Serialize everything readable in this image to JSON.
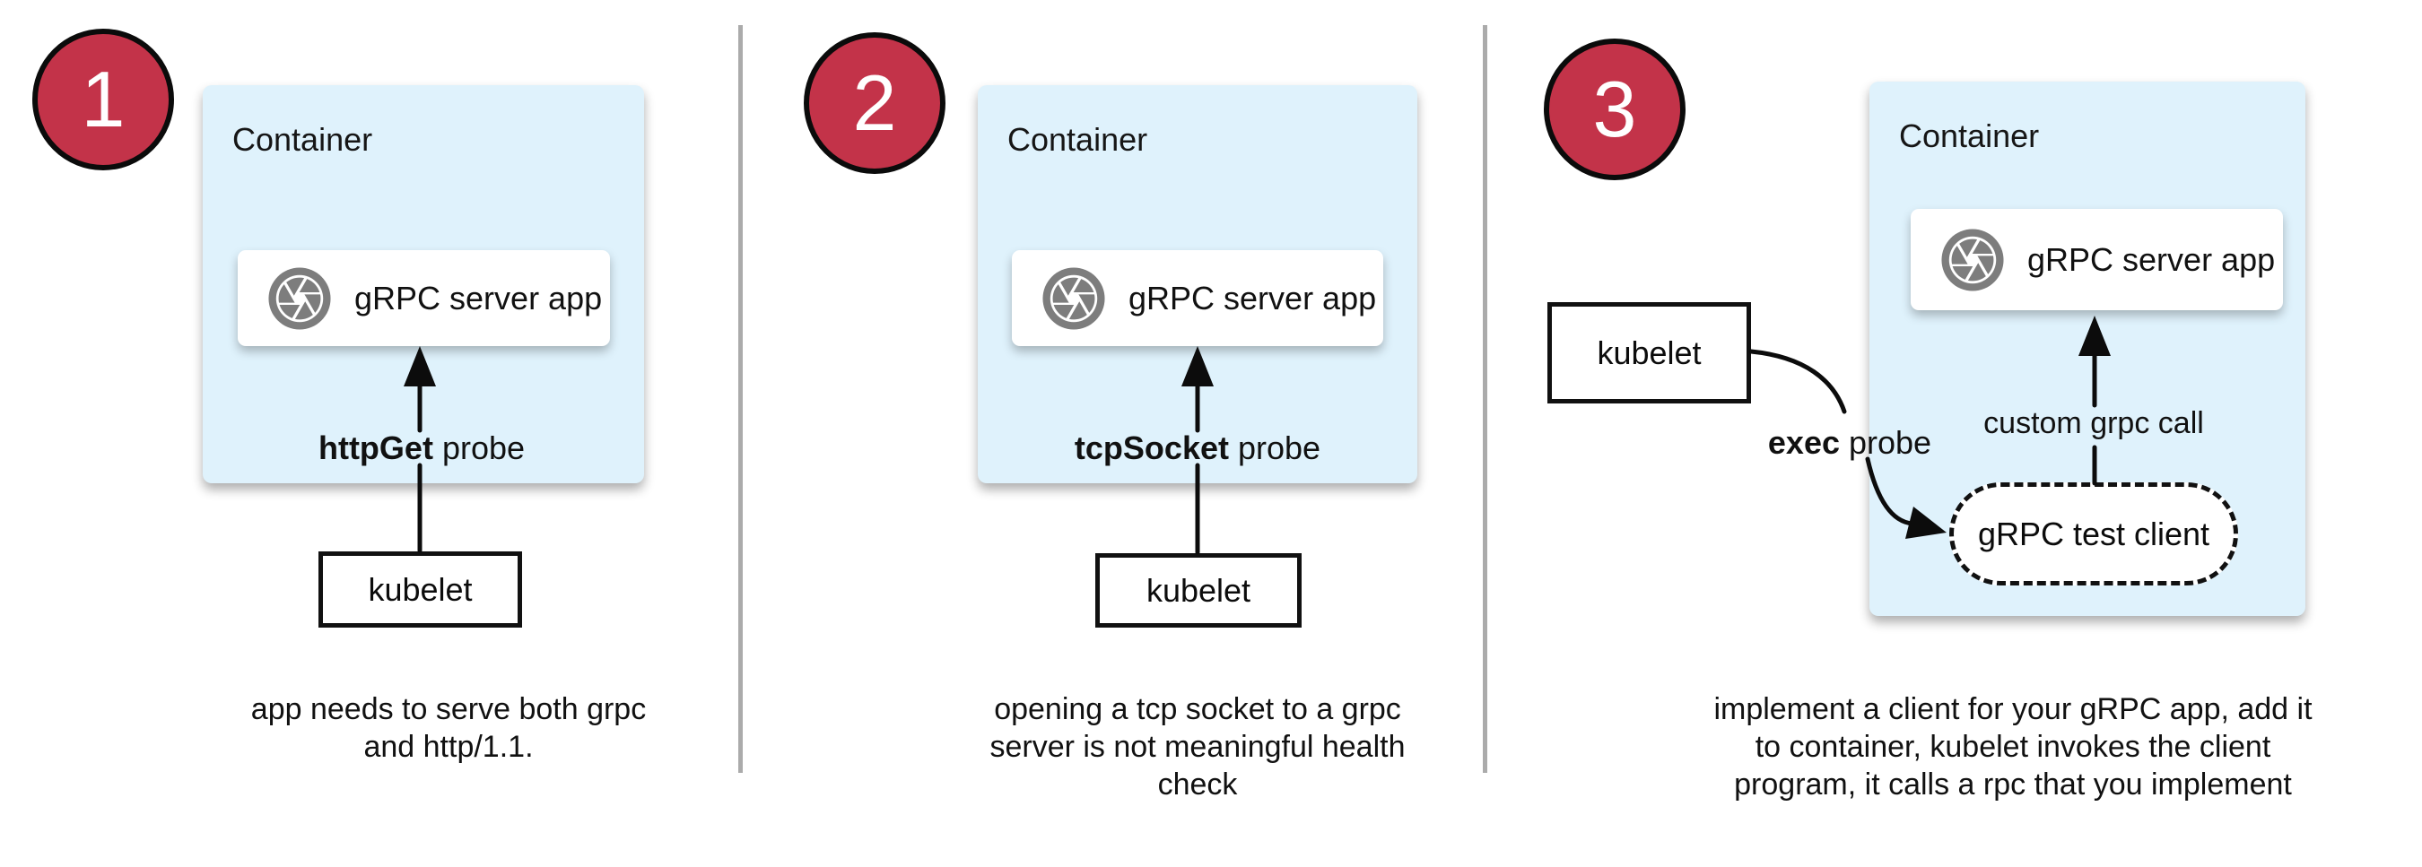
{
  "colors": {
    "badge_red": "#C33349",
    "container_blue": "#DFF2FC",
    "icon_gray": "#7D7D7D",
    "divider_gray": "#ABABAB",
    "ink": "#0C0C0C"
  },
  "panels": [
    {
      "number": "1",
      "container_label": "Container",
      "app_label": "gRPC server app",
      "app_icon": "aperture-icon",
      "probe_bold": "httpGet",
      "probe_rest": " probe",
      "kubelet_label": "kubelet",
      "caption": "app needs to serve both grpc\nand http/1.1."
    },
    {
      "number": "2",
      "container_label": "Container",
      "app_label": "gRPC server app",
      "app_icon": "aperture-icon",
      "probe_bold": "tcpSocket",
      "probe_rest": " probe",
      "kubelet_label": "kubelet",
      "caption": "opening a tcp socket to a grpc\nserver is not meaningful health\ncheck"
    },
    {
      "number": "3",
      "container_label": "Container",
      "app_label": "gRPC server app",
      "app_icon": "aperture-icon",
      "probe_bold": "exec",
      "probe_rest": " probe",
      "kubelet_label": "kubelet",
      "custom_call_label": "custom grpc call",
      "test_client_label": "gRPC test client",
      "caption": "implement a client for your gRPC app, add it\nto container, kubelet invokes the client\nprogram, it calls a rpc that you implement"
    }
  ]
}
